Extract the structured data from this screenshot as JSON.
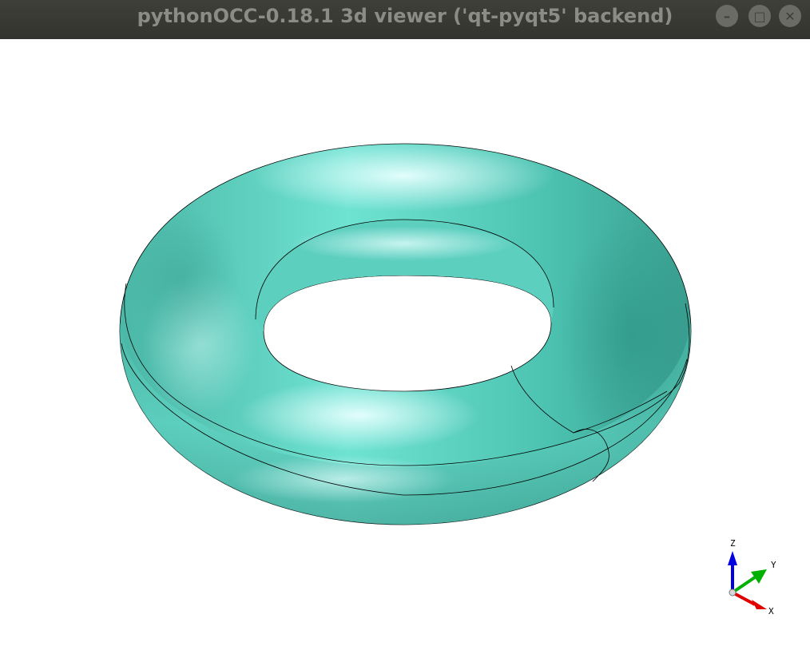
{
  "window": {
    "title": "pythonOCC-0.18.1 3d viewer ('qt-pyqt5' backend)",
    "controls": [
      {
        "name": "minimize",
        "icon": "minimize-icon",
        "glyph": "–"
      },
      {
        "name": "maximize",
        "icon": "maximize-icon",
        "glyph": "□"
      },
      {
        "name": "close",
        "icon": "close-icon",
        "glyph": "✕"
      }
    ]
  },
  "viewer": {
    "background": "#ffffff",
    "shape": {
      "type": "torus",
      "color": "#55d6c2",
      "edge_color": "#000000"
    },
    "triedron": {
      "labels": {
        "x": "X",
        "y": "Y",
        "z": "Z"
      },
      "colors": {
        "x": "#e00000",
        "y": "#00b000",
        "z": "#0000e0"
      }
    }
  }
}
